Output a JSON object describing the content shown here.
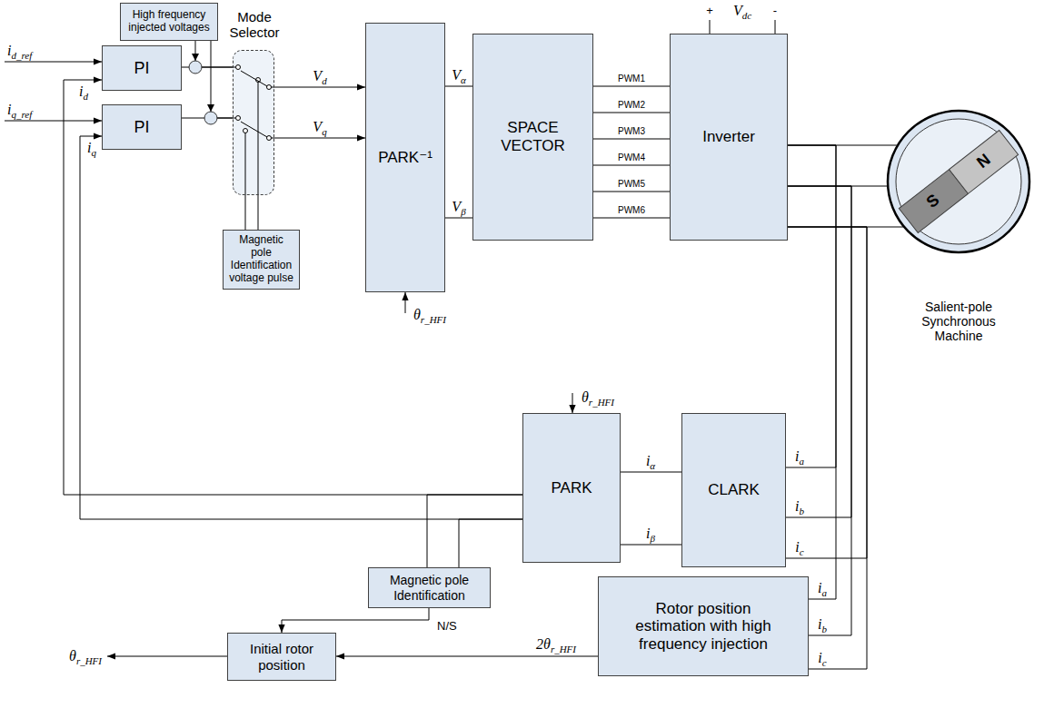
{
  "diagram": {
    "nodes": [
      {
        "text": [
          "High frequency injected voltages"
        ]
      },
      {
        "text": [
          "PI"
        ]
      },
      {
        "text": [
          "PI"
        ]
      },
      {
        "text": [
          "Mode Selector"
        ]
      },
      {
        "text": [
          "Magnetic pole Identification voltage pulse"
        ]
      },
      {
        "text": [
          "PARK⁻¹"
        ]
      },
      {
        "text": [
          "SPACE VECTOR"
        ]
      },
      {
        "text": [
          "Inverter"
        ]
      },
      {
        "text": [
          "Salient-pole Synchronous Machine"
        ]
      },
      {
        "text": [
          "PARK"
        ]
      },
      {
        "text": [
          "CLARK"
        ]
      },
      {
        "text": [
          "Magnetic pole Identification"
        ]
      },
      {
        "text": [
          "Rotor position estimation with high frequency injection"
        ]
      },
      {
        "text": [
          "Initial rotor position"
        ]
      }
    ],
    "edges": [
      {
        "from": 1,
        "to": 3,
        "arrow": "none"
      },
      {
        "from": 0,
        "to": 3,
        "arrow": "none"
      },
      {
        "from": 2,
        "to": 3,
        "arrow": "none"
      },
      {
        "from": 0,
        "to": 3,
        "arrow": "none"
      },
      {
        "from": 4,
        "to": 3,
        "arrow": "none"
      },
      {
        "from": 4,
        "to": 3,
        "arrow": "none"
      },
      {
        "from": 3,
        "to": 5,
        "arrow": "to",
        "label": "Vd"
      },
      {
        "from": 3,
        "to": 5,
        "arrow": "to",
        "label": "Vq"
      },
      {
        "from": 5,
        "to": 6,
        "arrow": "none",
        "label": "Vα"
      },
      {
        "from": 5,
        "to": 6,
        "arrow": "none",
        "label": "Vβ"
      },
      {
        "from": 6,
        "to": 7,
        "arrow": "none",
        "label": "PWM1"
      },
      {
        "from": 6,
        "to": 7,
        "arrow": "none",
        "label": "PWM2"
      },
      {
        "from": 6,
        "to": 7,
        "arrow": "none",
        "label": "PWM3"
      },
      {
        "from": 6,
        "to": 7,
        "arrow": "none",
        "label": "PWM4"
      },
      {
        "from": 6,
        "to": 7,
        "arrow": "none",
        "label": "PWM5"
      },
      {
        "from": 6,
        "to": 7,
        "arrow": "none",
        "label": "PWM6"
      },
      {
        "from": 7,
        "to": 8,
        "arrow": "none"
      },
      {
        "from": 7,
        "to": 8,
        "arrow": "none"
      },
      {
        "from": 7,
        "to": 8,
        "arrow": "none"
      },
      {
        "from": 7,
        "to": 10,
        "arrow": "none",
        "label": "ia"
      },
      {
        "from": 7,
        "to": 10,
        "arrow": "none",
        "label": "ib"
      },
      {
        "from": 7,
        "to": 10,
        "arrow": "none",
        "label": "ic"
      },
      {
        "from": 7,
        "to": 12,
        "arrow": "none",
        "label": "ia"
      },
      {
        "from": 7,
        "to": 12,
        "arrow": "none",
        "label": "ib"
      },
      {
        "from": 7,
        "to": 12,
        "arrow": "none",
        "label": "ic"
      },
      {
        "from": 10,
        "to": 9,
        "arrow": "none",
        "label": "iα"
      },
      {
        "from": 10,
        "to": 9,
        "arrow": "none",
        "label": "iβ"
      },
      {
        "from": 9,
        "to": 1,
        "arrow": "to",
        "label": "id"
      },
      {
        "from": 9,
        "to": 2,
        "arrow": "to",
        "label": "iq"
      },
      {
        "from": 9,
        "to": 11,
        "arrow": "none"
      },
      {
        "from": 9,
        "to": 11,
        "arrow": "none"
      },
      {
        "from": 11,
        "to": 13,
        "arrow": "to",
        "label": "N/S"
      },
      {
        "from": 12,
        "to": 13,
        "arrow": "to",
        "label": "2θr_HFI"
      }
    ],
    "labels": [
      "id_ref",
      "iq_ref",
      "θr_HFI",
      "+",
      "Vdc",
      "-",
      "θr_HFI",
      "θr_HFI",
      "S",
      "N"
    ]
  }
}
